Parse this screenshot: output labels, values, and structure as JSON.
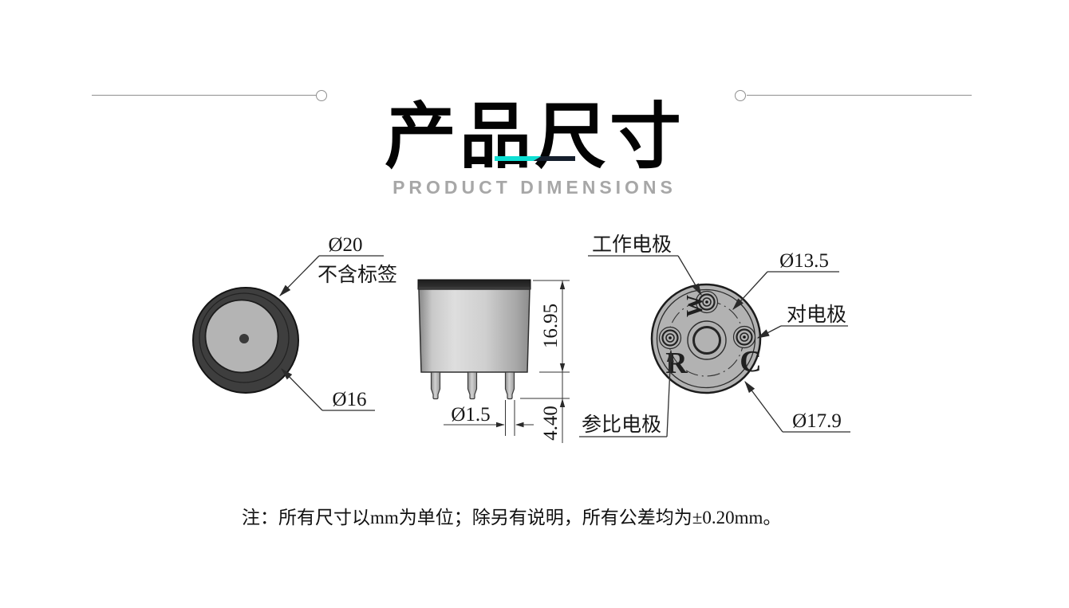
{
  "header": {
    "title": "产品尺寸",
    "subtitle": "PRODUCT DIMENSIONS",
    "underline_teal": "#0edfd3",
    "underline_dark": "#151e2c"
  },
  "drawing": {
    "top_view": {
      "dia_outer_label": "Ø20",
      "dia_outer_note": "不含标签",
      "dia_inner_label": "Ø16"
    },
    "side_view": {
      "body_height": "16.95",
      "pin_length": "4.40",
      "pin_dia": "Ø1.5"
    },
    "bottom_view": {
      "working_electrode_label": "工作电极",
      "counter_electrode_label": "对电极",
      "reference_electrode_label": "参比电极",
      "pin_circle_dia": "Ø13.5",
      "outer_dia": "Ø17.9",
      "pin_w": "W",
      "pin_r": "R",
      "pin_c": "C"
    }
  },
  "note": "注：所有尺寸以mm为单位；除另有说明，所有公差均为±0.20mm。"
}
